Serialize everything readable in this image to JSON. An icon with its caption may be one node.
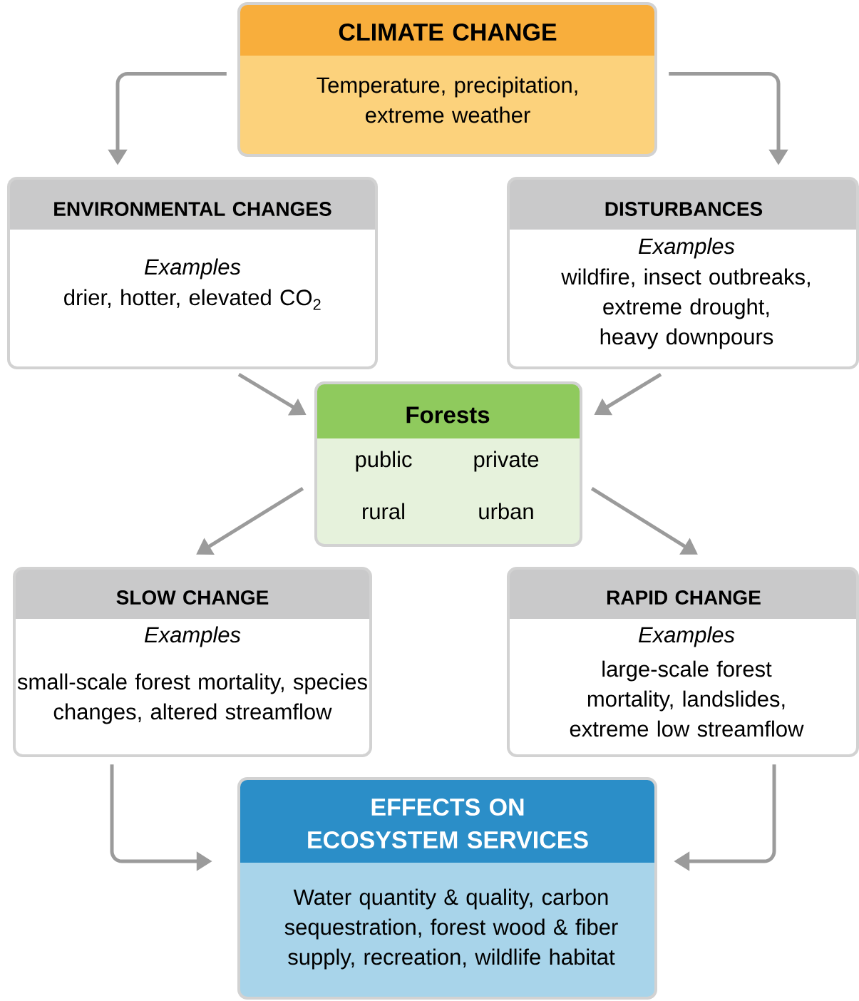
{
  "diagram": {
    "nodes": [
      {
        "text": [
          "CLIMATE CHANGE",
          "Temperature, precipitation, extreme weather"
        ]
      },
      {
        "text": [
          "ENVIRONMENTAL CHANGES",
          "Examples",
          "drier, hotter, elevated CO$_{2}$"
        ]
      },
      {
        "text": [
          "DISTURBANCES",
          "Examples",
          "wildfire, insect outbreaks, extreme drought, heavy downpours"
        ]
      },
      {
        "text": [
          "Forests",
          "public",
          "private",
          "rural",
          "urban"
        ]
      },
      {
        "text": [
          "SLOW CHANGE",
          "Examples",
          "small-scale forest mortality, species changes, altered streamflow"
        ]
      },
      {
        "text": [
          "RAPID CHANGE",
          "Examples",
          "large-scale forest mortality, landslides, extreme low streamflow"
        ]
      },
      {
        "text": [
          "EFFECTS ON ECOSYSTEM SERVICES",
          "Water quantity & quality, carbon sequestration, forest wood & fiber supply, recreation, wildlife habitat"
        ]
      }
    ],
    "edges": [
      {
        "from": 0,
        "to": 1,
        "arrow": "to"
      },
      {
        "from": 0,
        "to": 2,
        "arrow": "to"
      },
      {
        "from": 1,
        "to": 3,
        "arrow": "to"
      },
      {
        "from": 2,
        "to": 3,
        "arrow": "to"
      },
      {
        "from": 3,
        "to": 4,
        "arrow": "to"
      },
      {
        "from": 3,
        "to": 5,
        "arrow": "to"
      },
      {
        "from": 4,
        "to": 6,
        "arrow": "to"
      },
      {
        "from": 5,
        "to": 6,
        "arrow": "to"
      }
    ]
  }
}
